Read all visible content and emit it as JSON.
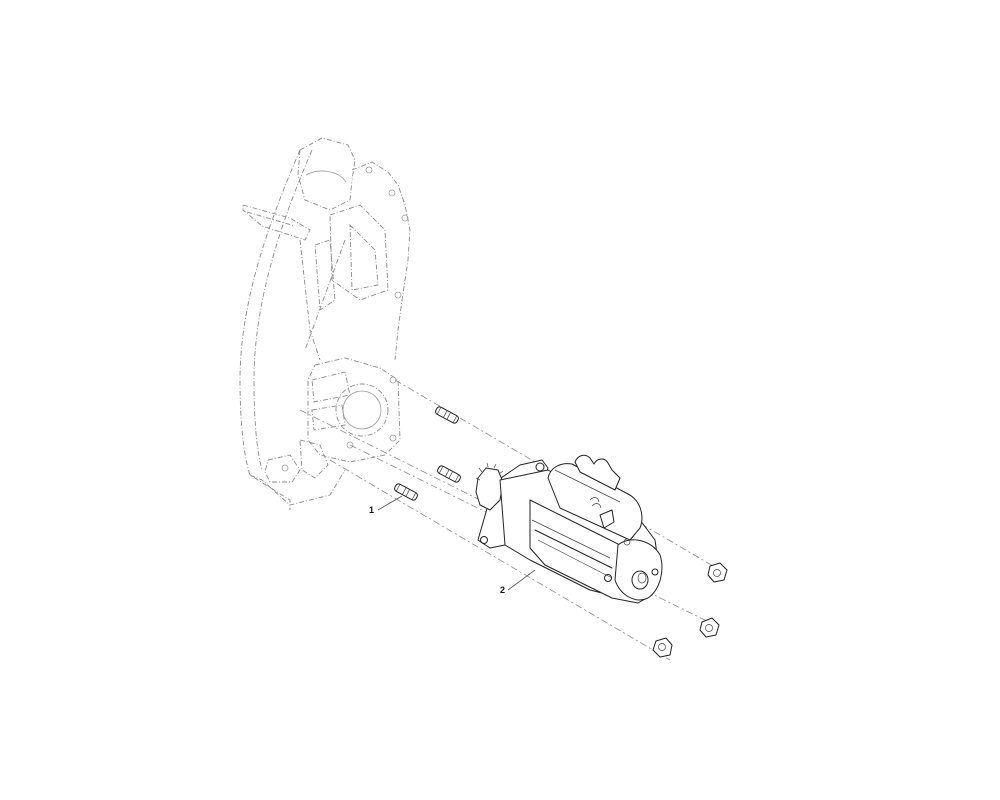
{
  "diagram": {
    "type": "exploded-parts-view",
    "colors": {
      "background": "#ffffff",
      "line": "#222222",
      "ghost_line": "#8a8a8a"
    },
    "callouts": [
      {
        "id": "1",
        "label": "1",
        "part": "stud"
      },
      {
        "id": "2",
        "label": "2",
        "part": "starter-motor"
      }
    ],
    "parts": {
      "housing": "flywheel-housing (phantom)",
      "studs_count": 3,
      "nuts_count": 3
    }
  }
}
